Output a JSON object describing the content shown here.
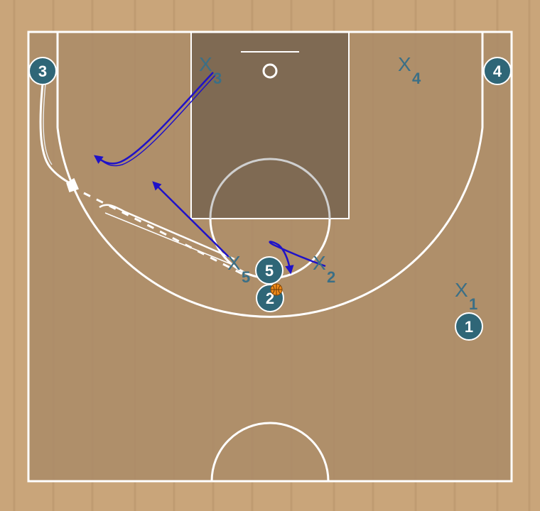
{
  "diagram": {
    "colors": {
      "floor": "#c9a57a",
      "court": "#aa8b67",
      "paint": "#7f6a53",
      "lines": "#ffffff",
      "offense": "#2f6677",
      "defense": "#3b6f86",
      "cut_arrow": "#1f12c8",
      "ball": "#f08a18"
    },
    "offense": [
      {
        "id": "o1",
        "label": "1"
      },
      {
        "id": "o2",
        "label": "2",
        "has_ball": true
      },
      {
        "id": "o3",
        "label": "3"
      },
      {
        "id": "o4",
        "label": "4"
      },
      {
        "id": "o5",
        "label": "5"
      }
    ],
    "defense": [
      {
        "id": "x1",
        "letter": "X",
        "sub": "1"
      },
      {
        "id": "x2",
        "letter": "X",
        "sub": "2"
      },
      {
        "id": "x3",
        "letter": "X",
        "sub": "3"
      },
      {
        "id": "x4",
        "letter": "X",
        "sub": "4"
      },
      {
        "id": "x5",
        "letter": "X",
        "sub": "5"
      }
    ]
  }
}
